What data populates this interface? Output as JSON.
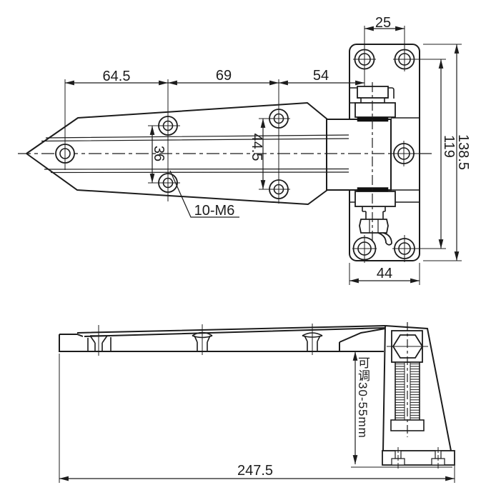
{
  "colors": {
    "line": "#1c1c1c",
    "background": "#ffffff",
    "pin_fill": "#111111"
  },
  "top_view": {
    "description": "cold-room door hinge, plan view",
    "dim_64_5": "64.5",
    "dim_69": "69",
    "dim_54": "54",
    "dim_25": "25",
    "dim_138_5": "138.5",
    "dim_119": "119",
    "dim_36": "36",
    "dim_44_5": "44.5",
    "dim_44": "44",
    "hole_callout": "10-M6"
  },
  "bottom_view": {
    "description": "hinge side elevation with adjustable bracket",
    "dim_247_5": "247.5",
    "adjustable_note": "可调30-55mm"
  }
}
